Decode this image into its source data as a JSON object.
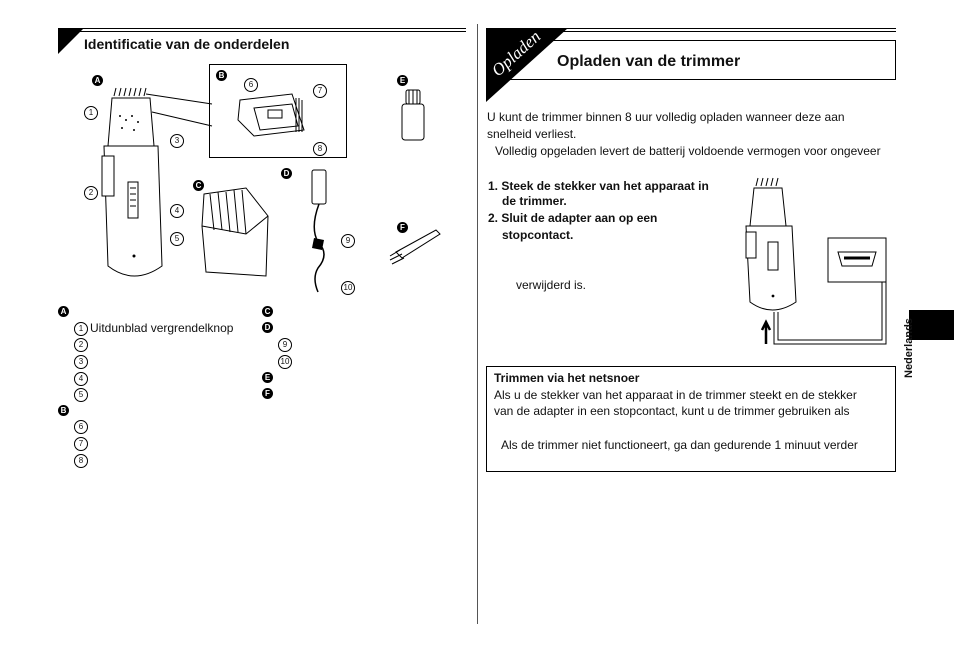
{
  "left": {
    "title": "Identificatie van de onderdelen",
    "badges": {
      "a": "A",
      "b": "B",
      "c": "C",
      "d": "D",
      "e": "E",
      "f": "F"
    },
    "nums": {
      "n1": "1",
      "n2": "2",
      "n3": "3",
      "n4": "4",
      "n5": "5",
      "n6": "6",
      "n7": "7",
      "n8": "8",
      "n9": "9",
      "n10": "10"
    },
    "legend": {
      "item1": "Uitdunblad vergrendelknop"
    }
  },
  "right": {
    "tab_label": "Opladen",
    "title": "Opladen van de trimmer",
    "intro_line1": "U kunt de trimmer binnen 8 uur volledig opladen wanneer deze aan",
    "intro_line2": "snelheid verliest.",
    "intro_line3": "Volledig opgeladen levert de batterij voldoende vermogen voor ongeveer",
    "step1_a": "1. Steek de stekker van het apparaat in",
    "step1_b": "de trimmer.",
    "step2_a": "2. Sluit de adapter aan op een",
    "step2_b": "stopcontact.",
    "removed": "verwijderd is.",
    "box_title": "Trimmen via het netsnoer",
    "box_line1": "Als u de stekker van het apparaat in de trimmer steekt en de stekker",
    "box_line2": "van de adapter in een stopcontact, kunt u de trimmer gebruiken als",
    "box_line3": "Als de trimmer niet functioneert, ga dan gedurende 1 minuut verder"
  },
  "side": {
    "language": "Nederlands"
  }
}
